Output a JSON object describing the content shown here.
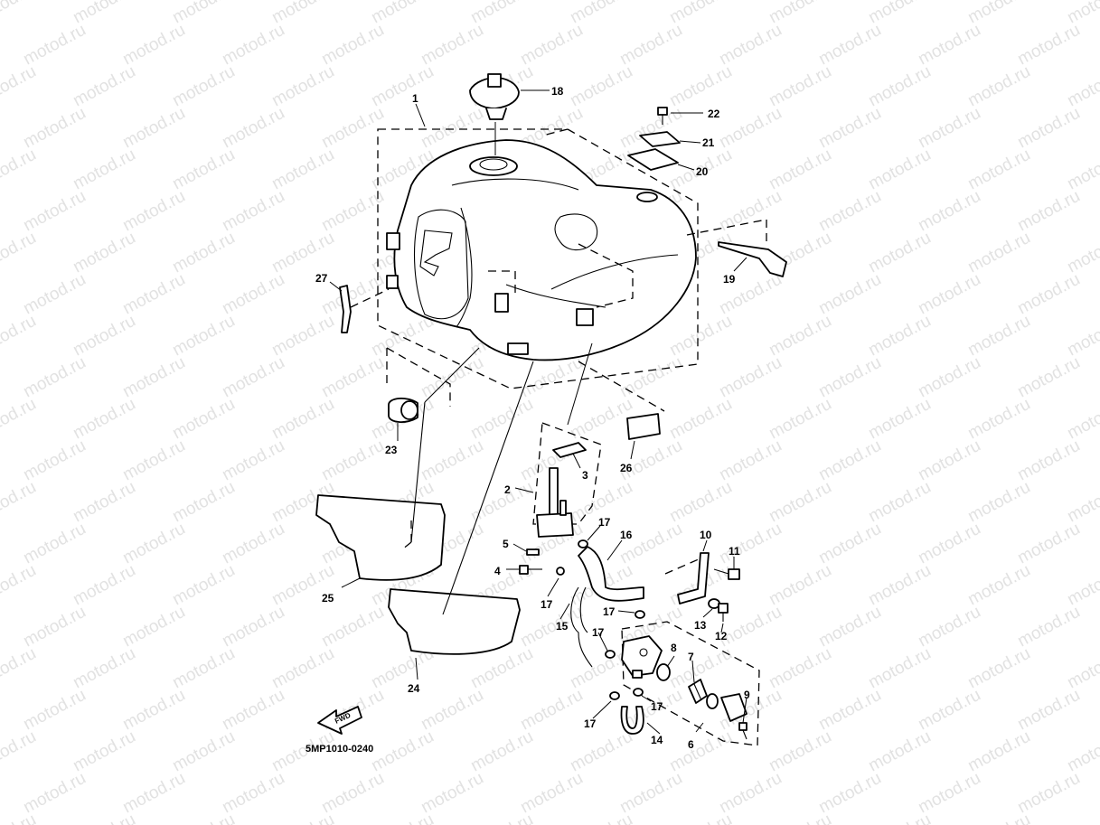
{
  "watermark": "motod.ru",
  "diagram_code": "5MP1010-0240",
  "fwd_label": "FWD",
  "callouts": {
    "c1": "1",
    "c2": "2",
    "c3": "3",
    "c4": "4",
    "c5": "5",
    "c6": "6",
    "c7": "7",
    "c8": "8",
    "c9": "9",
    "c10": "10",
    "c11": "11",
    "c12": "12",
    "c13": "13",
    "c14": "14",
    "c15": "15",
    "c16": "16",
    "c17a": "17",
    "c17b": "17",
    "c17c": "17",
    "c17d": "17",
    "c17e": "17",
    "c17f": "17",
    "c18": "18",
    "c19": "19",
    "c20": "20",
    "c21": "21",
    "c22": "22",
    "c23": "23",
    "c24": "24",
    "c25": "25",
    "c26": "26",
    "c27": "27"
  }
}
